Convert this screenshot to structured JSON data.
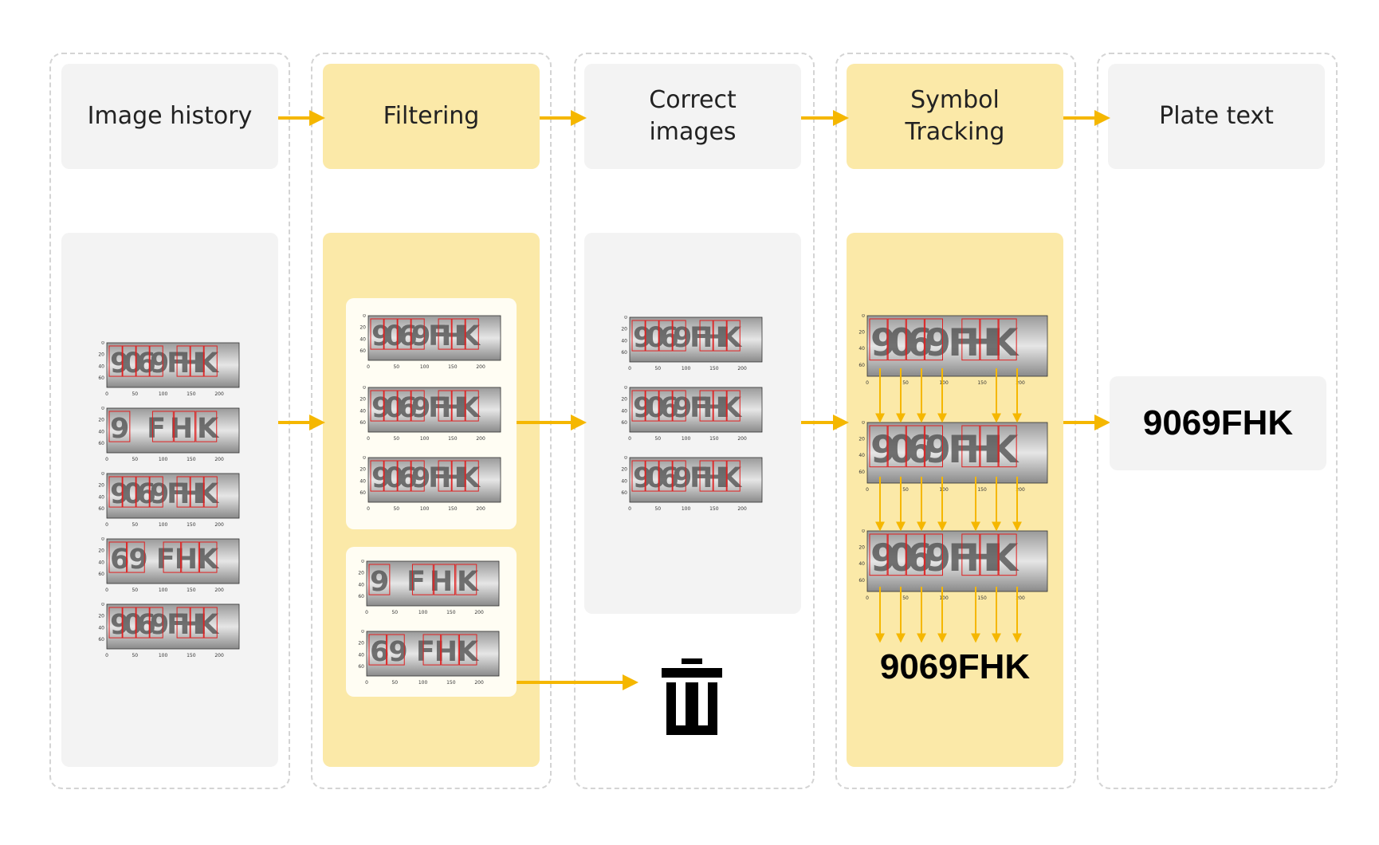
{
  "stages": [
    {
      "label": "Image history",
      "tone": "grey"
    },
    {
      "label": "Filtering",
      "tone": "yellow"
    },
    {
      "label": "Correct images",
      "tone": "grey"
    },
    {
      "label": "Symbol Tracking",
      "tone": "yellow"
    },
    {
      "label": "Plate text",
      "tone": "grey"
    }
  ],
  "plate_axis": {
    "y_ticks": [
      "0",
      "20",
      "40",
      "60"
    ],
    "x_ticks": [
      "0",
      "50",
      "100",
      "150",
      "200"
    ]
  },
  "plates": {
    "full": "9069 FHK",
    "partial_a": "9 FHK",
    "partial_b": "69 FHK"
  },
  "tracking_result": "9069FHK",
  "plate_text_result": "9069FHK",
  "colors": {
    "arrow": "#f5b700",
    "yellow_fill": "#fbe9a8",
    "grey_fill": "#f3f3f3",
    "box_outline": "#e02020"
  },
  "icons": {
    "discard": "trash-icon"
  }
}
